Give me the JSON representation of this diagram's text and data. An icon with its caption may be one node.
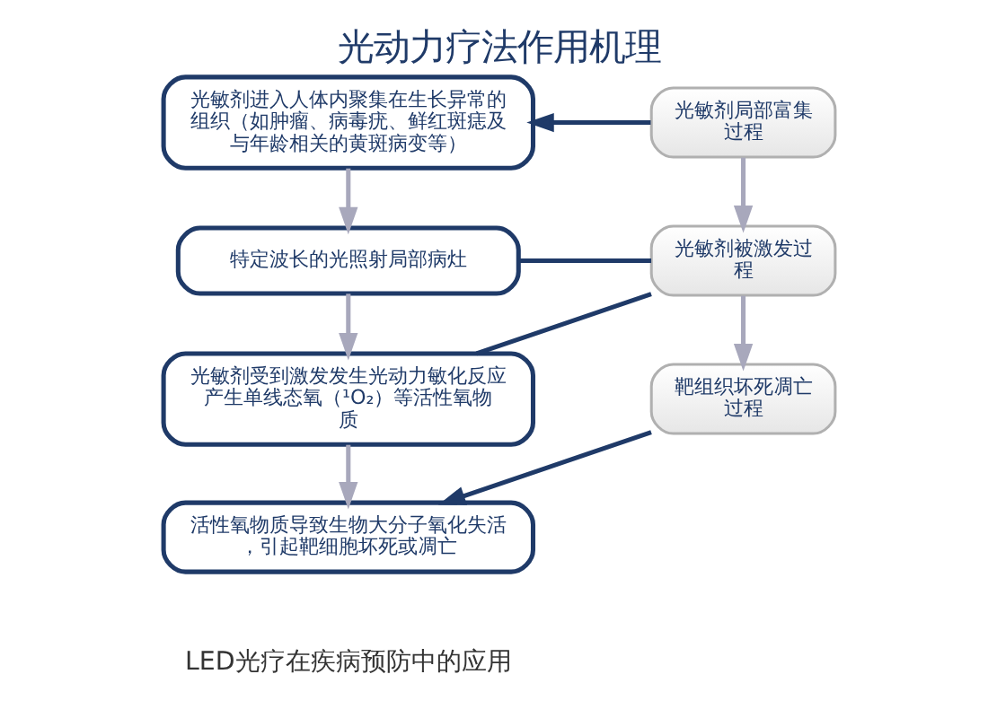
{
  "diagram": {
    "title": "光动力疗法作用机理",
    "caption": "LED光疗在疾病预防中的应用",
    "nodes": [
      {
        "text": [
          "光敏剂进入人体内聚集在生长异常的组织（如肿瘤、病毒疣、鲜红斑痣及与年龄相关的黄斑病变等）"
        ]
      },
      {
        "text": [
          "特定波长的光照射局部病灶"
        ]
      },
      {
        "text": [
          "光敏剂受到激发发生光动力敏化反应产生单线态氧（¹O₂）等活性氧物质"
        ]
      },
      {
        "text": [
          "活性氧物质导致生物大分子氧化失活，引起靶细胞坏死或凋亡"
        ]
      },
      {
        "text": [
          "光敏剂局部富集过程"
        ]
      },
      {
        "text": [
          "光敏剂被激发过程"
        ]
      },
      {
        "text": [
          "靶组织坏死凋亡过程"
        ]
      }
    ],
    "edges": [
      {
        "from": 0,
        "to": 1,
        "arrow": "to"
      },
      {
        "from": 1,
        "to": 2,
        "arrow": "to"
      },
      {
        "from": 2,
        "to": 3,
        "arrow": "to"
      },
      {
        "from": 4,
        "to": 5,
        "arrow": "to"
      },
      {
        "from": 5,
        "to": 6,
        "arrow": "to"
      },
      {
        "from": 4,
        "to": 0,
        "arrow": "to",
        "color": "#1f3a68"
      },
      {
        "from": 5,
        "to": 1,
        "arrow": "none",
        "color": "#1f3a68"
      },
      {
        "from": 5,
        "to": 2,
        "arrow": "none",
        "color": "#1f3a68"
      },
      {
        "from": 6,
        "to": 3,
        "arrow": "to",
        "color": "#1f3a68"
      }
    ]
  }
}
